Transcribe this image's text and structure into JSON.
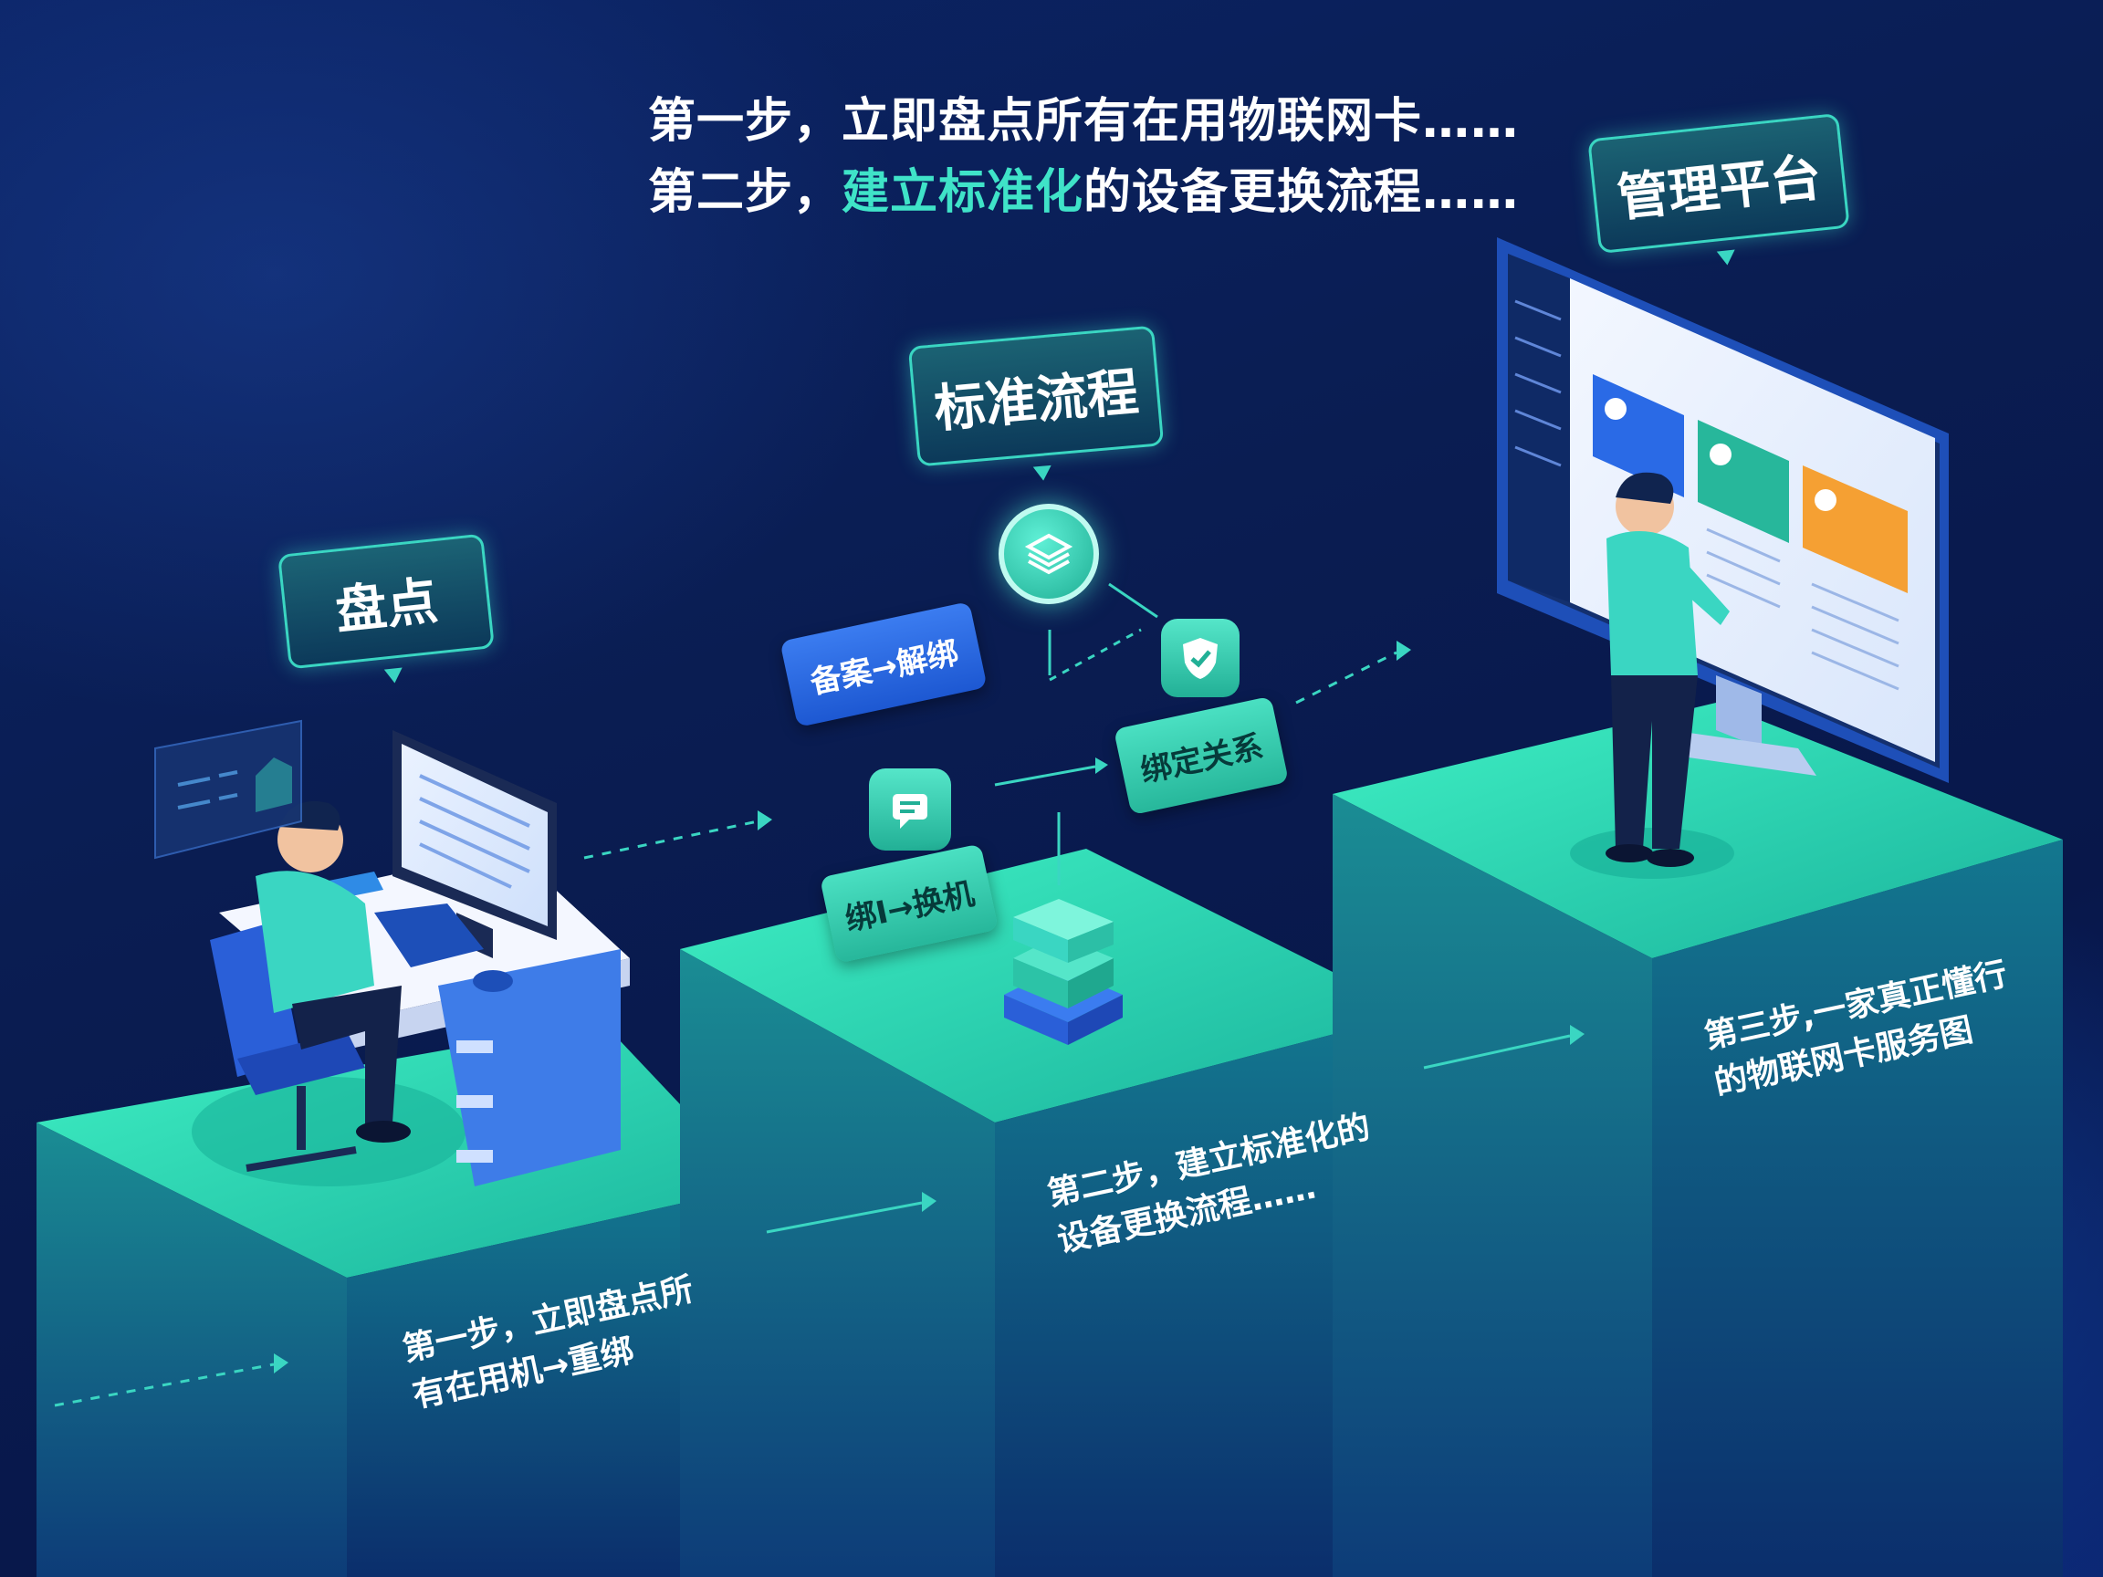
{
  "headline": {
    "line1": "第一步，立即盘点所有在用物联网卡……",
    "line2_prefix": "第二步，",
    "line2_highlight": "建立标准化",
    "line2_suffix": "的设备更换流程……"
  },
  "tags": {
    "pandian": "盘点",
    "biaozhun": "标准流程",
    "guanli": "管理平台"
  },
  "flow": {
    "beian": "备案→解绑",
    "bangding": "绑定关系",
    "huanji": "绑I→换机"
  },
  "steps": {
    "step1_line1": "第一步，立即盘点所",
    "step1_line2": "有在用机→重绑",
    "step2_line1": "第二步，建立标准化的",
    "step2_line2": "设备更换流程……",
    "step3_line1": "第三步,一家真正懂行",
    "step3_line2": "的物联网卡服务图"
  },
  "colors": {
    "accent_teal": "#3fe3c8",
    "accent_blue": "#2a6ae6",
    "accent_orange": "#f5a033",
    "background": "#0a1d52"
  },
  "icons": [
    "layers-icon",
    "shield-icon",
    "chat-icon",
    "stack-box-icon"
  ]
}
